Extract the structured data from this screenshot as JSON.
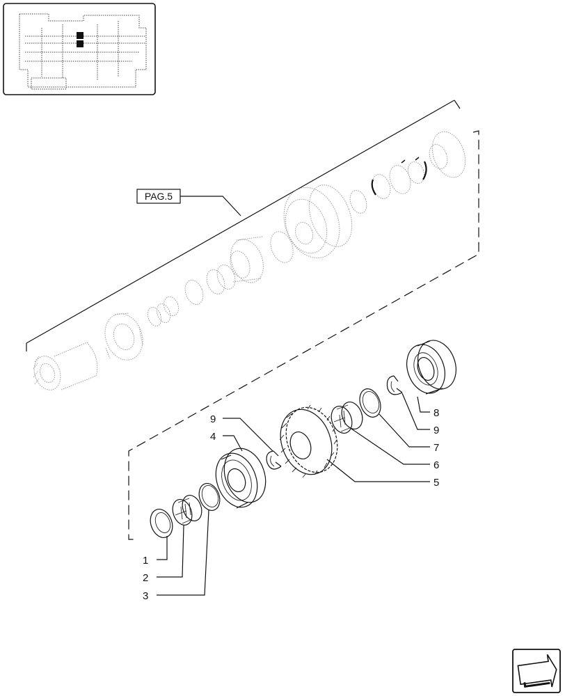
{
  "reference_box": {
    "label": "PAG.5"
  },
  "callouts": [
    "1",
    "2",
    "3",
    "4",
    "5",
    "6",
    "7",
    "8",
    "9",
    "9"
  ],
  "colors": {
    "ink": "#111111",
    "paper": "#ffffff",
    "ghost": "#9a9a9a"
  },
  "nav": {
    "icon": "next-page-arrow-icon"
  }
}
